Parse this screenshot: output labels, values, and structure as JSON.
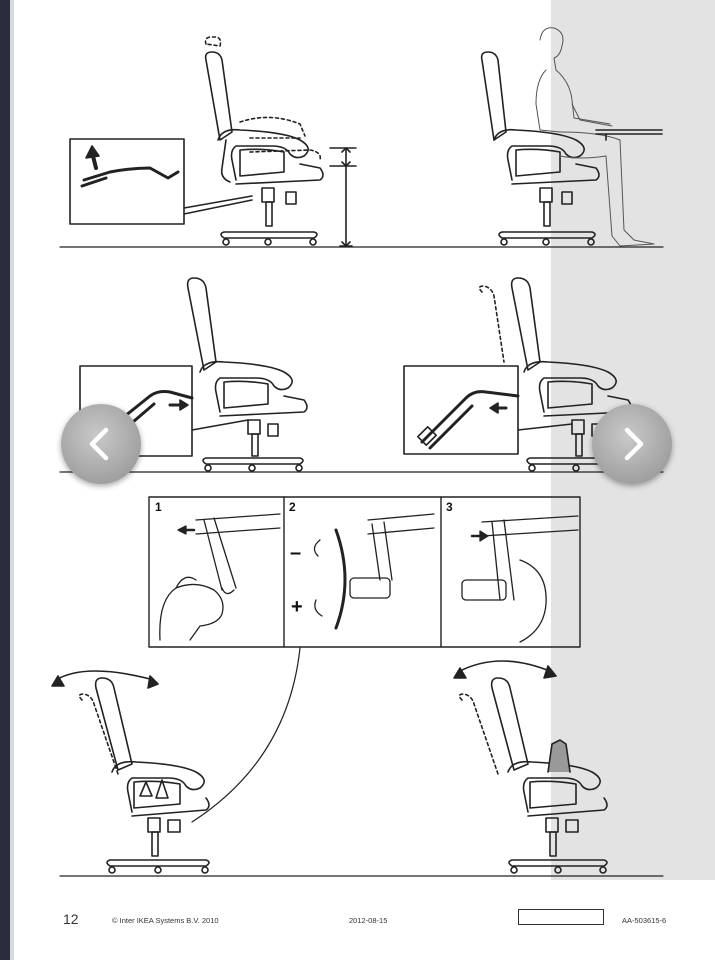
{
  "footer": {
    "page_number": "12",
    "copyright": "© Inter IKEA Systems B.V. 2010",
    "date": "2012-08-15",
    "code": "AA-503615-6"
  },
  "steps": [
    {
      "number": "1"
    },
    {
      "number": "2"
    },
    {
      "number": "3"
    }
  ],
  "symbols": {
    "minus": "–",
    "plus": "+"
  },
  "nav": {
    "prev_icon": "chevron-left-icon",
    "next_icon": "chevron-right-icon"
  },
  "colors": {
    "line": "#222222",
    "shade": "#e3e3e3",
    "nav": "#a7a7a7"
  }
}
